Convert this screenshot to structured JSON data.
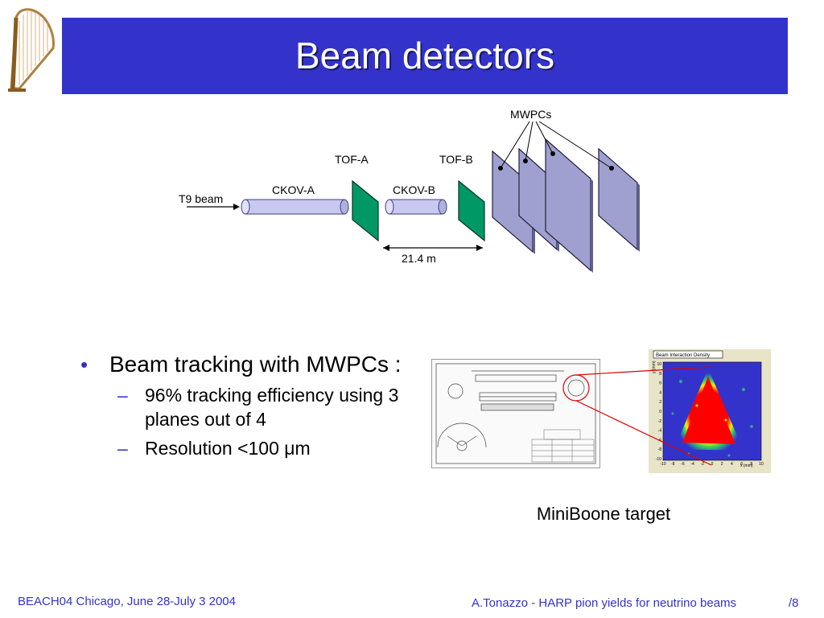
{
  "title": "Beam detectors",
  "diagram": {
    "beam_label": "T9 beam",
    "ckov_a": "CKOV-A",
    "ckov_b": "CKOV-B",
    "tof_a": "TOF-A",
    "tof_b": "TOF-B",
    "mwpcs": "MWPCs",
    "distance": "21.4 m"
  },
  "bullets": {
    "main": "Beam tracking with MWPCs :",
    "sub1": "96% tracking efficiency using 3 planes out of 4",
    "sub2_prefix": "Resolution <100 ",
    "sub2_mu": "μ",
    "sub2_suffix": "m"
  },
  "plot_title": "Beam Interaction Density",
  "plot_xlabel": "x (mm)",
  "plot_ylabel": "y (mm)",
  "plot_yticks": [
    "10",
    "8",
    "6",
    "4",
    "2",
    "0",
    "-2",
    "-4",
    "-6",
    "-8",
    "-10"
  ],
  "plot_xticks": [
    "-10",
    "-8",
    "-6",
    "-4",
    "-2",
    "0",
    "2",
    "4",
    "6",
    "8",
    "10"
  ],
  "caption": "MiniBoone target",
  "footer": {
    "left": "BEACH04 Chicago, June 28-July 3 2004",
    "right": "A.Tonazzo - HARP pion yields for neutrino beams",
    "page": "/8"
  },
  "colors": {
    "title_bg": "#3333cc",
    "tof": "#009966",
    "mwpc": "#a0a0d0",
    "ckov": "#c8c8f0",
    "footer_text": "#3333cc"
  }
}
